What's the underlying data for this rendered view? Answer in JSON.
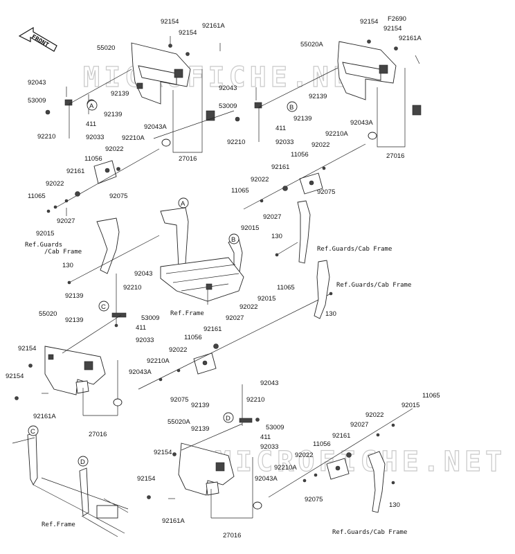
{
  "front_arrow_label": "FRONT",
  "watermark": "MICROFICHE.NET",
  "callouts": {
    "a": "A",
    "b": "B",
    "c": "C",
    "d": "D"
  },
  "ref_labels": {
    "guards_1": "Ref.Guards",
    "guards_1b": "/Cab Frame",
    "guards_2": "Ref.Guards/Cab Frame",
    "guards_3": "Ref.Guards/Cab Frame",
    "guards_4": "Ref.Guards/Cab Frame",
    "frame_1": "Ref.Frame",
    "frame_2": "Ref.Frame"
  },
  "parts": {
    "p92154_a": "92154",
    "p92154_b": "92154",
    "p92161A_a": "92161A",
    "p55020": "55020",
    "p92043_a": "92043",
    "p92139_a1": "92139",
    "p53009_a": "53009",
    "p92139_a2": "92139",
    "p411_a": "411",
    "p92210_a": "92210",
    "p92033_a": "92033",
    "p92043A_a": "92043A",
    "p92210A_a": "92210A",
    "p92022_a1": "92022",
    "p27016_a": "27016",
    "p11056_a": "11056",
    "p92161_a": "92161",
    "p92022_a2": "92022",
    "p11065_a": "11065",
    "p92075_a": "92075",
    "p92027_a": "92027",
    "p92015_a": "92015",
    "p130_a": "130",
    "pF2690": "F2690",
    "p92154_c": "92154",
    "p92154_d": "92154",
    "p92161A_b": "92161A",
    "p55020A": "55020A",
    "p92043_b": "92043",
    "p92139_b1": "92139",
    "p53009_b": "53009",
    "p92139_b2": "92139",
    "p411_b": "411",
    "p92210_b": "92210",
    "p92033_b": "92033",
    "p92043A_b": "92043A",
    "p92210A_b": "92210A",
    "p92022_b1": "92022",
    "p27016_b": "27016",
    "p11056_b": "11056",
    "p92161_b": "92161",
    "p92022_b2": "92022",
    "p11065_b": "11065",
    "p92075_b": "92075",
    "p92015_b": "92015",
    "p92027_b": "92027",
    "p130_b": "130",
    "p11065_c": "11065",
    "p92015_c": "92015",
    "p92022_c1": "92022",
    "p92027_c": "92027",
    "p92161_c": "92161",
    "p130_c": "130",
    "p92043_c": "92043",
    "p92210_c": "92210",
    "p92139_c1": "92139",
    "p53009_c": "53009",
    "p92139_c2": "92139",
    "p411_c": "411",
    "p92033_c": "92033",
    "p55020_c": "55020",
    "p92154_e": "92154",
    "p92154_f": "92154",
    "p92161A_c": "92161A",
    "p11056_c": "11056",
    "p92022_c2": "92022",
    "p92210A_c": "92210A",
    "p92043A_c": "92043A",
    "p92075_c": "92075",
    "p27016_c": "27016",
    "p92043_d": "92043",
    "p92210_d": "92210",
    "p92139_d1": "92139",
    "p53009_d": "53009",
    "p92139_d2": "92139",
    "p411_d": "411",
    "p92033_d": "92033",
    "p55020A_d": "55020A",
    "p92154_g": "92154",
    "p92154_h": "92154",
    "p92161A_d": "92161A",
    "p92210A_d": "92210A",
    "p92043A_d": "92043A",
    "p27016_d": "27016",
    "p11065_d": "11065",
    "p92015_d": "92015",
    "p92022_d1": "92022",
    "p92027_d": "92027",
    "p92161_d": "92161",
    "p11056_d": "11056",
    "p92022_d2": "92022",
    "p92075_d": "92075",
    "p130_d": "130"
  }
}
